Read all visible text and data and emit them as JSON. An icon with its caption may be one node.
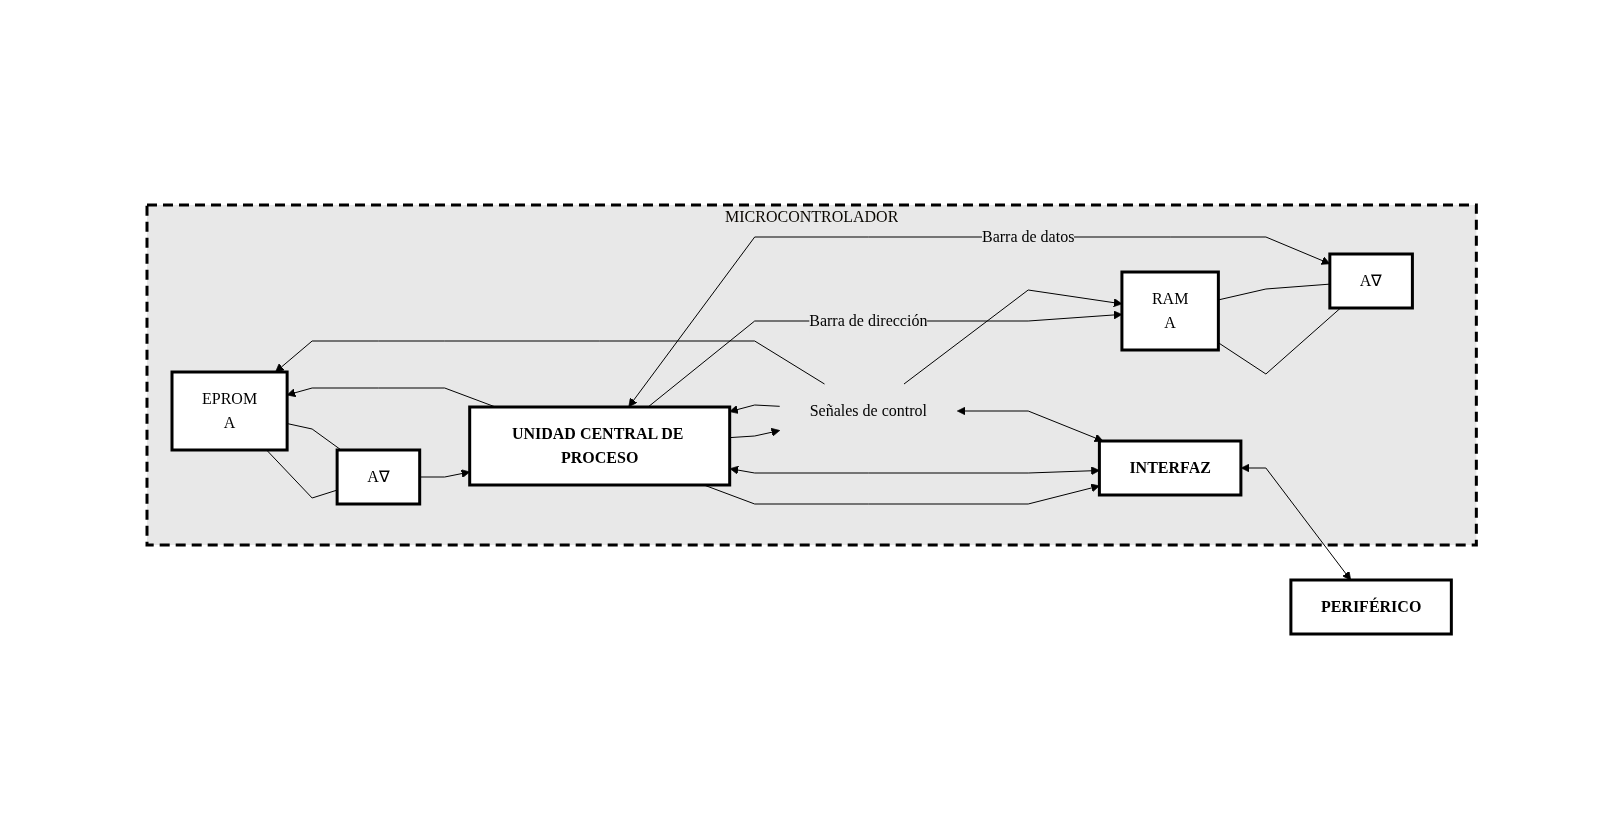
{
  "diagram": {
    "nodes": [
      {
        "text": [
          "MICROCONTROLADOR"
        ]
      },
      {
        "text": [
          "RAM",
          "A"
        ],
        "in": 0
      },
      {
        "text": [
          "A∇"
        ],
        "in": 0
      },
      {
        "text": [
          "EPROM",
          "A"
        ],
        "in": 0
      },
      {
        "text": [
          "A∇"
        ],
        "in": 0
      },
      {
        "text": [
          "UNIDAD CENTRAL DE PROCESO"
        ],
        "in": 0
      },
      {
        "text": [
          "Señales de control"
        ],
        "in": 0
      },
      {
        "text": [
          "INTERFAZ"
        ],
        "in": 0
      },
      {
        "text": [
          "PERIFÉRICO"
        ]
      }
    ],
    "edges": [
      {
        "from": 5,
        "to": 1,
        "arrow": "to",
        "label": "Barra de dirección"
      },
      {
        "from": 5,
        "to": 3,
        "arrow": "to"
      },
      {
        "from": 5,
        "to": 7,
        "arrow": "to"
      },
      {
        "from": 1,
        "to": 2,
        "arrow": "none"
      },
      {
        "from": 1,
        "to": 2,
        "arrow": "none"
      },
      {
        "from": 3,
        "to": 4,
        "arrow": "none"
      },
      {
        "from": 3,
        "to": 4,
        "arrow": "none"
      },
      {
        "from": 5,
        "to": 2,
        "arrow": "both",
        "label": "Barra de datos"
      },
      {
        "from": 4,
        "to": 5,
        "arrow": "to"
      },
      {
        "from": 5,
        "to": 7,
        "arrow": "both"
      },
      {
        "from": 5,
        "to": 6,
        "arrow": "to"
      },
      {
        "from": 6,
        "to": 5,
        "arrow": "to"
      },
      {
        "from": 6,
        "to": 1,
        "arrow": "to"
      },
      {
        "from": 6,
        "to": 3,
        "arrow": "to"
      },
      {
        "from": 6,
        "to": 7,
        "arrow": "both"
      },
      {
        "from": 7,
        "to": 8,
        "arrow": "both"
      }
    ]
  }
}
